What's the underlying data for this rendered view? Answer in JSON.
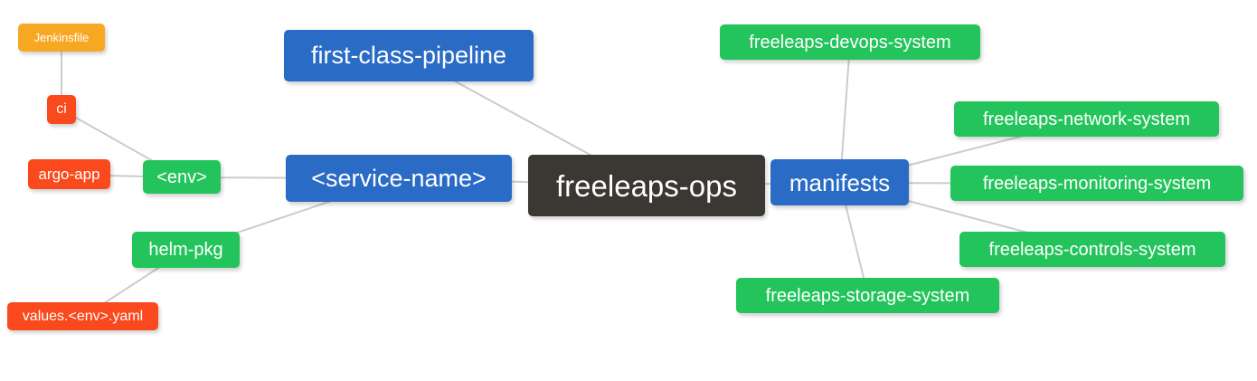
{
  "palette": {
    "blue": "#2a6bc5",
    "green": "#24c45c",
    "red": "#fa491d",
    "orange": "#f7a823",
    "dark": "#3b3733",
    "edge": "#cccccc",
    "node_text": "#ffffff",
    "background": "#ffffff"
  },
  "nodes": {
    "root": {
      "label": "freeleaps-ops"
    },
    "first_class_pipeline": {
      "label": "first-class-pipeline"
    },
    "service_name": {
      "label": "<service-name>"
    },
    "manifests": {
      "label": "manifests"
    },
    "env": {
      "label": "<env>"
    },
    "ci": {
      "label": "ci"
    },
    "jenkinsfile": {
      "label": "Jenkinsfile"
    },
    "argo_app": {
      "label": "argo-app"
    },
    "helm_pkg": {
      "label": "helm-pkg"
    },
    "values_env_yaml": {
      "label": "values.<env>.yaml"
    },
    "devops_system": {
      "label": "freeleaps-devops-system"
    },
    "network_system": {
      "label": "freeleaps-network-system"
    },
    "monitoring_system": {
      "label": "freeleaps-monitoring-system"
    },
    "controls_system": {
      "label": "freeleaps-controls-system"
    },
    "storage_system": {
      "label": "freeleaps-storage-system"
    }
  },
  "edges": [
    {
      "from": "jenkinsfile",
      "to": "ci"
    },
    {
      "from": "ci",
      "to": "env"
    },
    {
      "from": "argo_app",
      "to": "env"
    },
    {
      "from": "env",
      "to": "service_name"
    },
    {
      "from": "values_env_yaml",
      "to": "helm_pkg"
    },
    {
      "from": "helm_pkg",
      "to": "service_name"
    },
    {
      "from": "first_class_pipeline",
      "to": "root"
    },
    {
      "from": "service_name",
      "to": "root"
    },
    {
      "from": "root",
      "to": "manifests"
    },
    {
      "from": "manifests",
      "to": "devops_system"
    },
    {
      "from": "manifests",
      "to": "network_system"
    },
    {
      "from": "manifests",
      "to": "monitoring_system"
    },
    {
      "from": "manifests",
      "to": "controls_system"
    },
    {
      "from": "manifests",
      "to": "storage_system"
    }
  ]
}
